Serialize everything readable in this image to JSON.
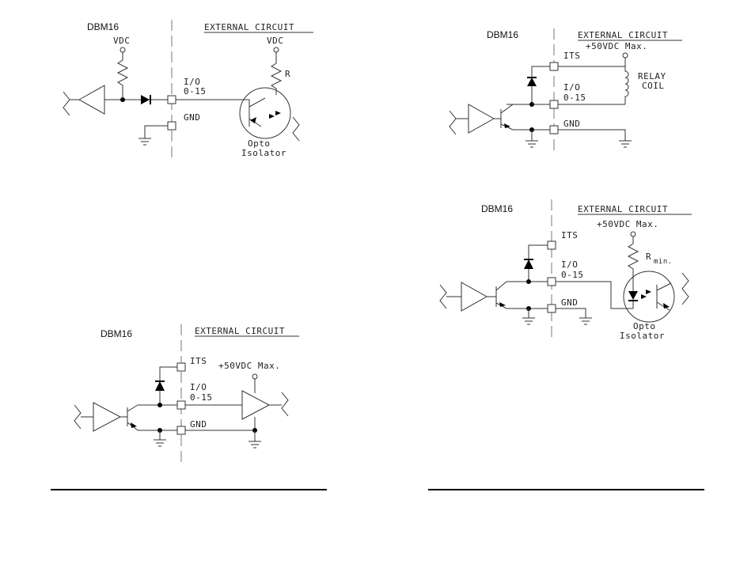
{
  "diagrams": {
    "d1": {
      "left_header": "DBM16",
      "right_header": "EXTERNAL CIRCUIT",
      "vdc_left": "VDC",
      "vdc_right": "VDC",
      "resistor": "R",
      "io_label": "I/O",
      "io_range": "0-15",
      "gnd": "GND",
      "opto_line1": "Opto",
      "opto_line2": "Isolator"
    },
    "d2": {
      "left_header": "DBM16",
      "right_header": "EXTERNAL CIRCUIT",
      "supply": "+50VDC Max.",
      "its": "ITS",
      "io_label": "I/O",
      "io_range": "0-15",
      "gnd": "GND",
      "relay_line1": "RELAY",
      "relay_line2": "COIL"
    },
    "d3": {
      "left_header": "DBM16",
      "right_header": "EXTERNAL CIRCUIT",
      "supply": "+50VDC Max.",
      "its": "ITS",
      "io_label": "I/O",
      "io_range": "0-15",
      "gnd": "GND",
      "rmin": "R",
      "rmin_sub": "min.",
      "opto_line1": "Opto",
      "opto_line2": "Isolator"
    },
    "d4": {
      "left_header": "DBM16",
      "right_header": "EXTERNAL CIRCUIT",
      "supply": "+50VDC Max.",
      "its": "ITS",
      "io_label": "I/O",
      "io_range": "0-15",
      "gnd": "GND"
    }
  }
}
